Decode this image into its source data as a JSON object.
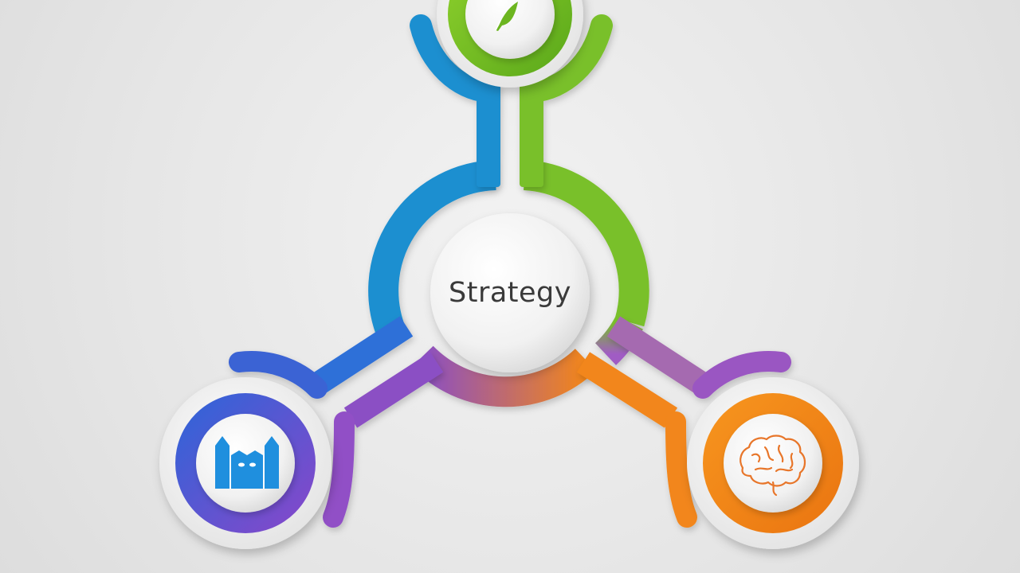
{
  "diagram": {
    "center": {
      "label": "Strategy"
    },
    "nodes": [
      {
        "id": "top",
        "icon": "feather-icon",
        "color": "#7cc11f"
      },
      {
        "id": "left",
        "icon": "castle-icon",
        "color": "#2f6fd8",
        "icon_color": "#1f8fde"
      },
      {
        "id": "right",
        "icon": "brain-icon",
        "color": "#f2861a",
        "icon_color": "#e8762a"
      }
    ],
    "colors": {
      "blue": "#1b8fd0",
      "green": "#79c02a",
      "purple": "#8b4fc4",
      "orange": "#f2861a",
      "background": "#e7e7e7"
    }
  }
}
